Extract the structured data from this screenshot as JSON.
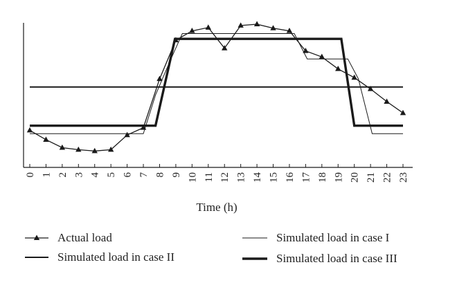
{
  "chart_data": {
    "type": "line",
    "title": "",
    "xlabel": "Time (h)",
    "ylabel": "",
    "x": [
      0,
      1,
      2,
      3,
      4,
      5,
      6,
      7,
      8,
      9,
      10,
      11,
      12,
      13,
      14,
      15,
      16,
      17,
      18,
      19,
      20,
      21,
      22,
      23
    ],
    "x_tick_labels": [
      "0",
      "1",
      "2",
      "3",
      "4",
      "5",
      "6",
      "7",
      "8",
      "9",
      "10",
      "11",
      "12",
      "13",
      "14",
      "15",
      "16",
      "17",
      "18",
      "19",
      "20",
      "21",
      "22",
      "23"
    ],
    "xlim": [
      0,
      23
    ],
    "ylim": [
      0,
      100
    ],
    "y_ticks_shown": false,
    "grid": false,
    "legend_position": "below",
    "series": [
      {
        "name": "Actual load",
        "style": "thin line with triangle markers",
        "x": [
          0,
          1,
          2,
          3,
          4,
          5,
          6,
          7,
          8,
          9,
          10,
          11,
          12,
          13,
          14,
          15,
          16,
          17,
          18,
          19,
          20,
          21,
          22,
          23
        ],
        "y": [
          20.5,
          13.5,
          7.5,
          6,
          5,
          6,
          17,
          22.5,
          59,
          88,
          95,
          97.5,
          82,
          99,
          100,
          97,
          95,
          80,
          75.5,
          66.5,
          60,
          51.5,
          42,
          33.5
        ]
      },
      {
        "name": "Simulated load in case I",
        "style": "thin line",
        "x": [
          0,
          7,
          7.75,
          8.7,
          9.4,
          16.3,
          17.1,
          19.6,
          20.25,
          21.1,
          23
        ],
        "y": [
          18,
          18,
          47,
          74,
          93,
          93,
          74,
          74,
          59,
          18,
          18
        ]
      },
      {
        "name": "Simulated load in case II",
        "style": "medium line",
        "x": [
          0,
          23
        ],
        "y": [
          53,
          53
        ]
      },
      {
        "name": "Simulated load in case III",
        "style": "thick line",
        "x": [
          0,
          7.75,
          8.95,
          19.2,
          20,
          23
        ],
        "y": [
          24,
          24,
          89,
          89,
          24,
          24
        ]
      }
    ]
  }
}
